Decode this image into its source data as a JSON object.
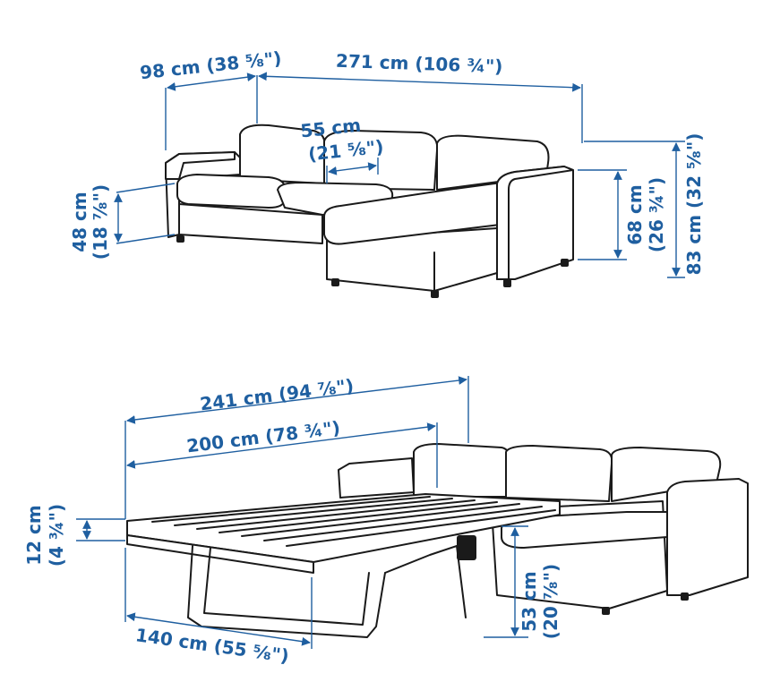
{
  "colors": {
    "dimension": "#1f5fa0",
    "outline": "#1a1a1a",
    "background": "#ffffff"
  },
  "sofa_view": {
    "chaise_depth": "98 cm (38 ⁵⁄₈\")",
    "total_width": "271 cm (106 ¾\")",
    "seat_depth_1": "55 cm",
    "seat_depth_2": "(21 ⁵⁄₈\")",
    "seat_height_1": "48 cm",
    "seat_height_2": "(18 ⁷⁄₈\")",
    "arm_height_1": "68 cm",
    "arm_height_2": "(26 ¾\")",
    "total_height": "83 cm (32 ⁵⁄₈\")"
  },
  "bed_view": {
    "bed_total_length": "241 cm (94 ⁷⁄₈\")",
    "mattress_length": "200 cm (78 ¾\")",
    "mattress_thickness_1": "12 cm",
    "mattress_thickness_2": "(4 ¾\")",
    "bed_width": "140 cm (55 ⁵⁄₈\")",
    "bed_height_1": "53 cm",
    "bed_height_2": "(20 ⁷⁄₈\")"
  }
}
